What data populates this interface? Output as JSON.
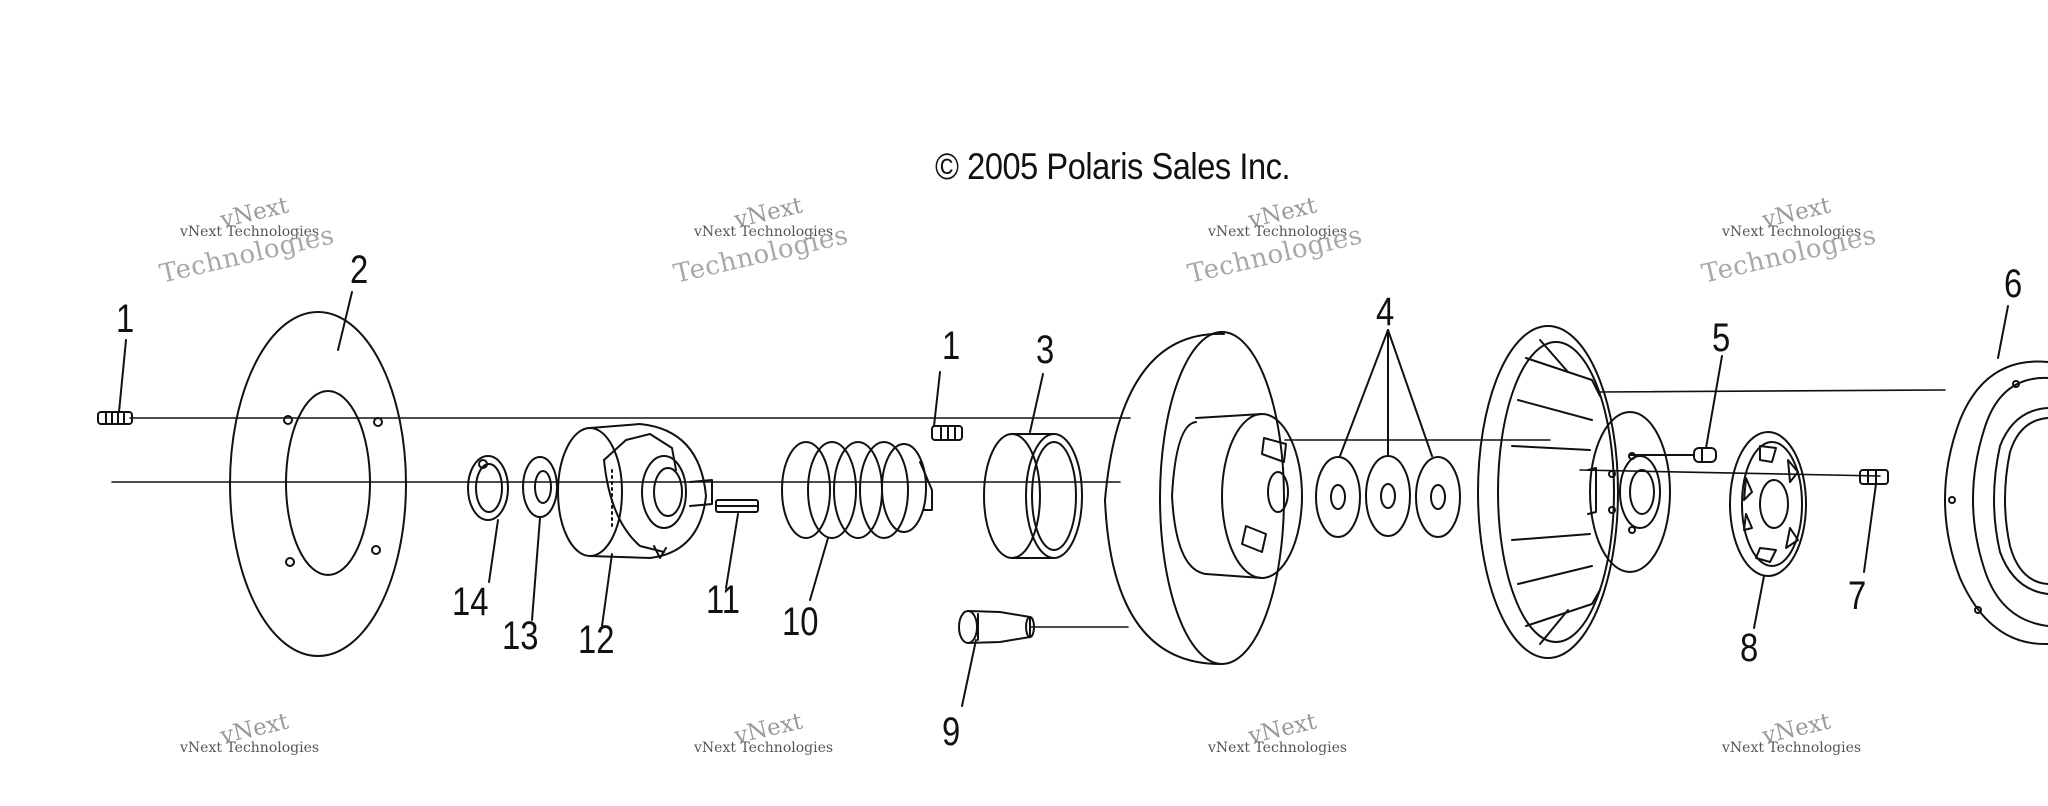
{
  "copyright": "© 2005 Polaris Sales Inc.",
  "watermark": {
    "line1": "vNext",
    "line2": "vNext Technologies",
    "line3": "Technologies"
  },
  "callouts": {
    "c1a": "1",
    "c2": "2",
    "c1b": "1",
    "c3": "3",
    "c4": "4",
    "c5": "5",
    "c6": "6",
    "c7": "7",
    "c8": "8",
    "c9": "9",
    "c10": "10",
    "c11": "11",
    "c12": "12",
    "c13": "13",
    "c14": "14"
  }
}
